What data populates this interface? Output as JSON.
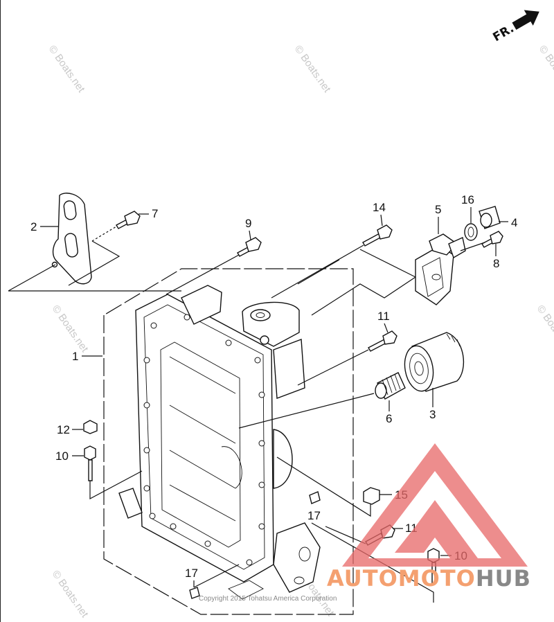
{
  "orientation_marker": {
    "label": "FR.",
    "icon": "arrow-right-icon"
  },
  "callouts": [
    "1",
    "2",
    "3",
    "4",
    "5",
    "6",
    "7",
    "8",
    "9",
    "10",
    "10",
    "11",
    "11",
    "12",
    "14",
    "15",
    "16",
    "17",
    "17"
  ],
  "watermark_text": "© Boats.net",
  "copyright": "Copyright 2015 Tohatsu America Corporation",
  "brand": {
    "part1": "AUTOMOTO",
    "part2": "HUB",
    "color_primary": "#f4a070",
    "color_secondary": "#888888",
    "logo_color": "#e86868"
  }
}
